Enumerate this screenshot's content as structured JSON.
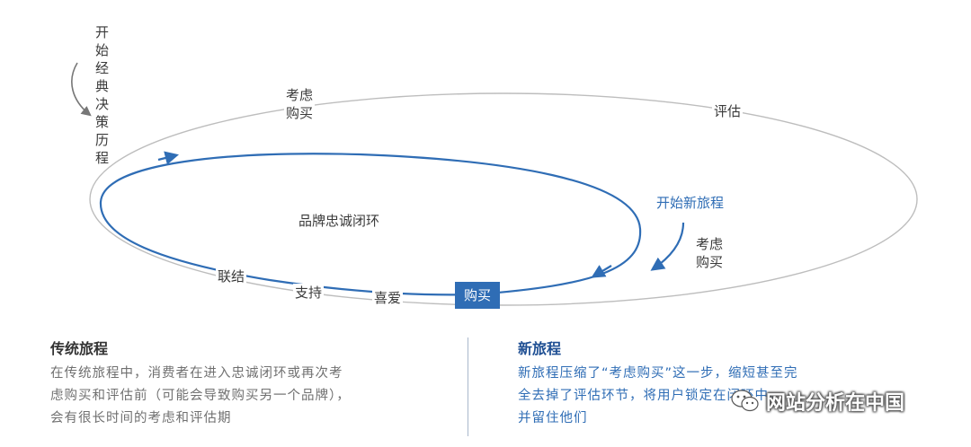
{
  "diagram": {
    "start_classic": "开始经典决策历程",
    "outer_consider": "考虑\n购买",
    "outer_evaluate": "评估",
    "inner_loop_title": "品牌忠诚闭环",
    "start_new": "开始新旅程",
    "new_consider": "考虑\n购买",
    "bond": "联结",
    "enjoy": "支持",
    "advocate": "喜爱",
    "buy": "购买"
  },
  "left_panel": {
    "title": "传统旅程",
    "lines": [
      "在传统旅程中，消费者在进入忠诚闭环或再次考",
      "虑购买和评估前（可能会导致购买另一个品牌），",
      "会有很长时间的考虑和评估期"
    ]
  },
  "right_panel": {
    "title": "新旅程",
    "lines": [
      "新旅程压缩了“考虑购买”这一步，缩短甚至完",
      "全去掉了评估环节，将用户锁定在闭环中，",
      "并留住他们"
    ]
  },
  "watermark": {
    "text": "网站分析在中国",
    "icon": "wechat-icon"
  },
  "colors": {
    "blue": "#2f6db5",
    "gray_line": "#b5b5b5",
    "text": "#3a3a3a",
    "divider": "#a9b8cc"
  }
}
